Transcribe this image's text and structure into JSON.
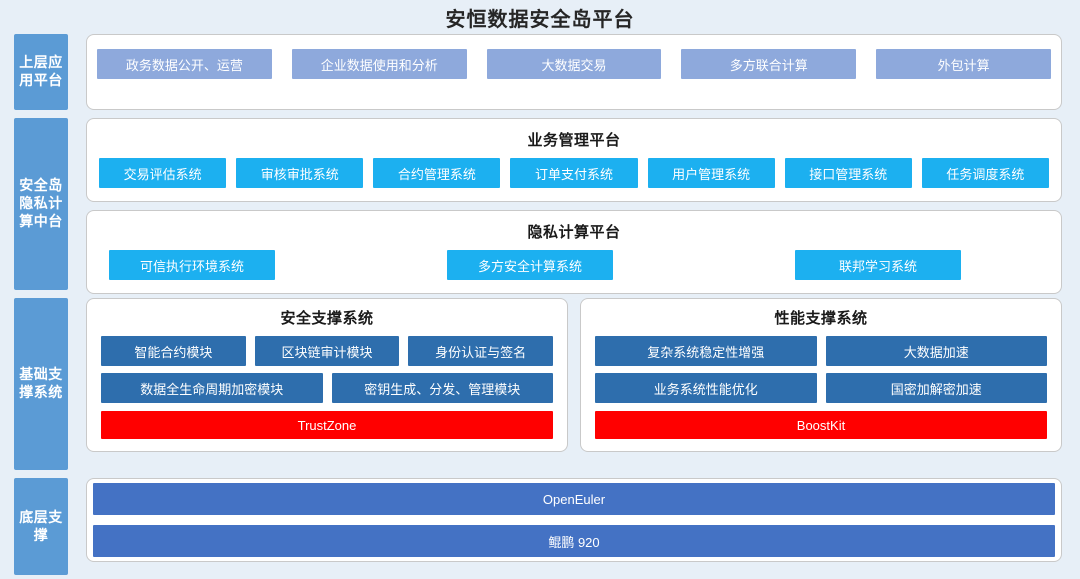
{
  "title": "安恒数据安全岛平台",
  "layers": {
    "application": {
      "tag": "上层应用平台",
      "items": [
        "政务数据公开、运营",
        "企业数据使用和分析",
        "大数据交易",
        "多方联合计算",
        "外包计算"
      ]
    },
    "core": {
      "tag": "安全岛隐私计算中台",
      "business": {
        "title": "业务管理平台",
        "items": [
          "交易评估系统",
          "审核审批系统",
          "合约管理系统",
          "订单支付系统",
          "用户管理系统",
          "接口管理系统",
          "任务调度系统"
        ]
      },
      "privacy": {
        "title": "隐私计算平台",
        "items": [
          "可信执行环境系统",
          "多方安全计算系统",
          "联邦学习系统"
        ]
      }
    },
    "basic": {
      "tag": "基础支撑系统",
      "security": {
        "title": "安全支撑系统",
        "row1": [
          "智能合约模块",
          "区块链审计模块",
          "身份认证与签名"
        ],
        "row2": [
          "数据全生命周期加密模块",
          "密钥生成、分发、管理模块"
        ],
        "footer": "TrustZone"
      },
      "performance": {
        "title": "性能支撑系统",
        "row1": [
          "复杂系统稳定性增强",
          "大数据加速"
        ],
        "row2": [
          "业务系统性能优化",
          "国密加解密加速"
        ],
        "footer": "BoostKit"
      }
    },
    "base": {
      "tag": "底层支撑",
      "items": [
        "OpenEuler",
        "鲲鹏 920"
      ]
    }
  },
  "colors": {
    "background": "#e7eff7",
    "tag": "#5b9bd5",
    "app_chip": "#8ea9dc",
    "cyan_chip": "#1cb0f0",
    "module_chip": "#2e6ead",
    "accent_red": "#ff0000",
    "base_bar": "#4472c4"
  }
}
